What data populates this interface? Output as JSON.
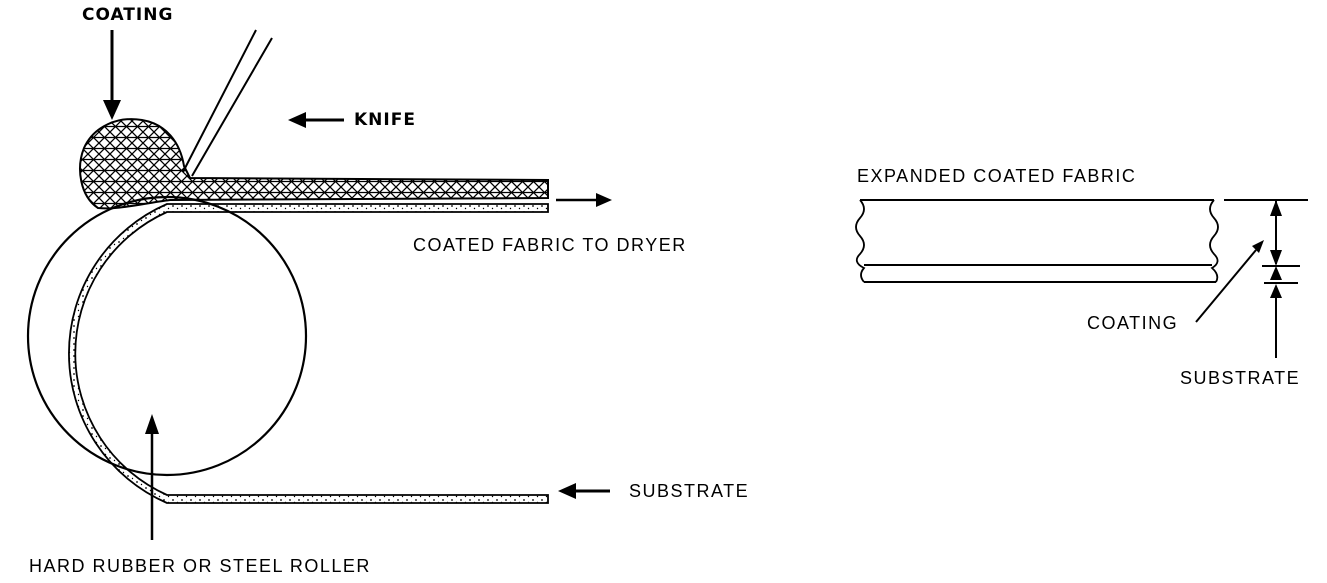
{
  "left_figure": {
    "coating_label": "COATING",
    "knife_label": "KNIFE",
    "coated_fabric_label": "COATED FABRIC TO DRYER",
    "substrate_label": "SUBSTRATE",
    "roller_label": "HARD RUBBER OR STEEL ROLLER"
  },
  "right_figure": {
    "title": "EXPANDED COATED FABRIC",
    "coating_label": "COATING",
    "substrate_label": "SUBSTRATE"
  },
  "colors": {
    "ink": "#000000",
    "paper": "#ffffff"
  }
}
